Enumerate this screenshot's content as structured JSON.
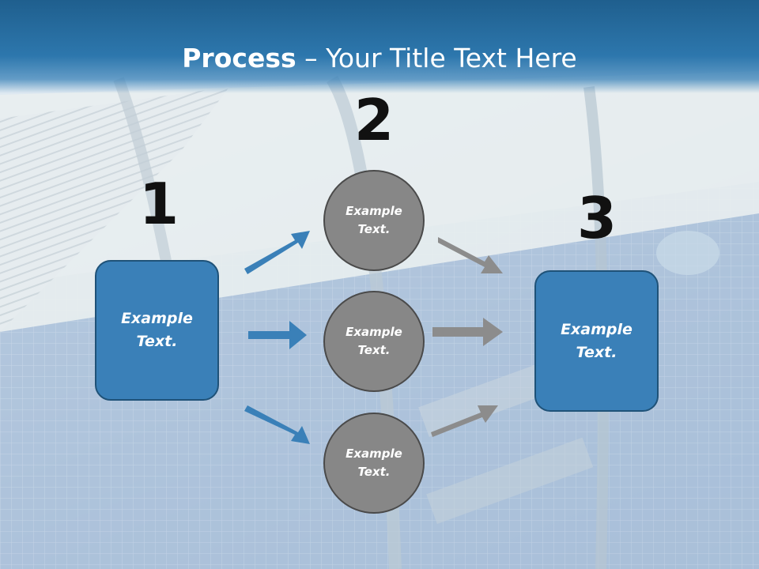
{
  "title": {
    "bold": "Process",
    "rest": " – Your Title Text Here"
  },
  "steps": [
    {
      "number": "1",
      "text_line1": "Example",
      "text_line2": "Text."
    },
    {
      "number": "2",
      "text_line1": "Example",
      "text_line2": "Text."
    },
    {
      "number": "3",
      "text_line1": "Example",
      "text_line2": "Text."
    }
  ],
  "circles": [
    {
      "text_line1": "Example",
      "text_line2": "Text."
    },
    {
      "text_line1": "Example",
      "text_line2": "Text."
    },
    {
      "text_line1": "Example",
      "text_line2": "Text."
    }
  ],
  "colors": {
    "header": "#2d77ad",
    "box": "#3a80b8",
    "circle": "#878787",
    "blue_arrow": "#3a80b8",
    "gray_arrow": "#8c8c8c"
  }
}
